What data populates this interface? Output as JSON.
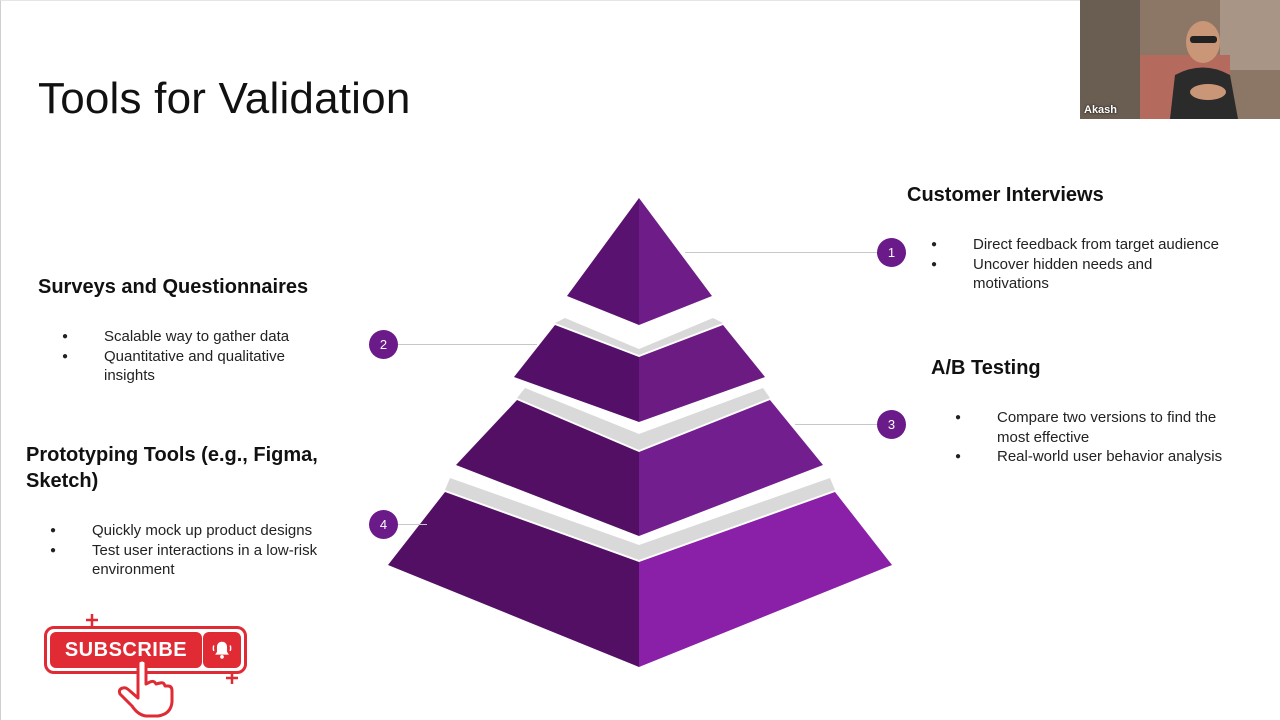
{
  "slide": {
    "title": "Tools for Validation"
  },
  "sections": {
    "customer_interviews": {
      "number": "1",
      "heading": "Customer Interviews",
      "points": [
        "Direct feedback from target audience",
        "Uncover hidden needs and motivations"
      ]
    },
    "surveys": {
      "number": "2",
      "heading": "Surveys and Questionnaires",
      "points": [
        "Scalable way to gather data",
        "Quantitative and qualitative insights"
      ]
    },
    "ab_testing": {
      "number": "3",
      "heading": "A/B Testing",
      "points": [
        "Compare two versions to find the most effective",
        "Real-world user behavior analysis"
      ]
    },
    "prototyping": {
      "number": "4",
      "heading": "Prototyping Tools (e.g., Figma, Sketch)",
      "points": [
        "Quickly mock up product designs",
        "Test user interactions in a low-risk environment"
      ]
    }
  },
  "webcam": {
    "participant_name": "Akash"
  },
  "subscribe": {
    "label": "SUBSCRIBE"
  },
  "colors": {
    "pyramid_dark": "#520f64",
    "pyramid_mid": "#6b1b82",
    "pyramid_light": "#8a1fa8",
    "badge": "#6b1a8a",
    "separator": "#d9d9d9",
    "subscribe_red": "#e02b35"
  },
  "icons": {
    "bell": "bell-icon",
    "hand_cursor": "hand-cursor-icon"
  }
}
